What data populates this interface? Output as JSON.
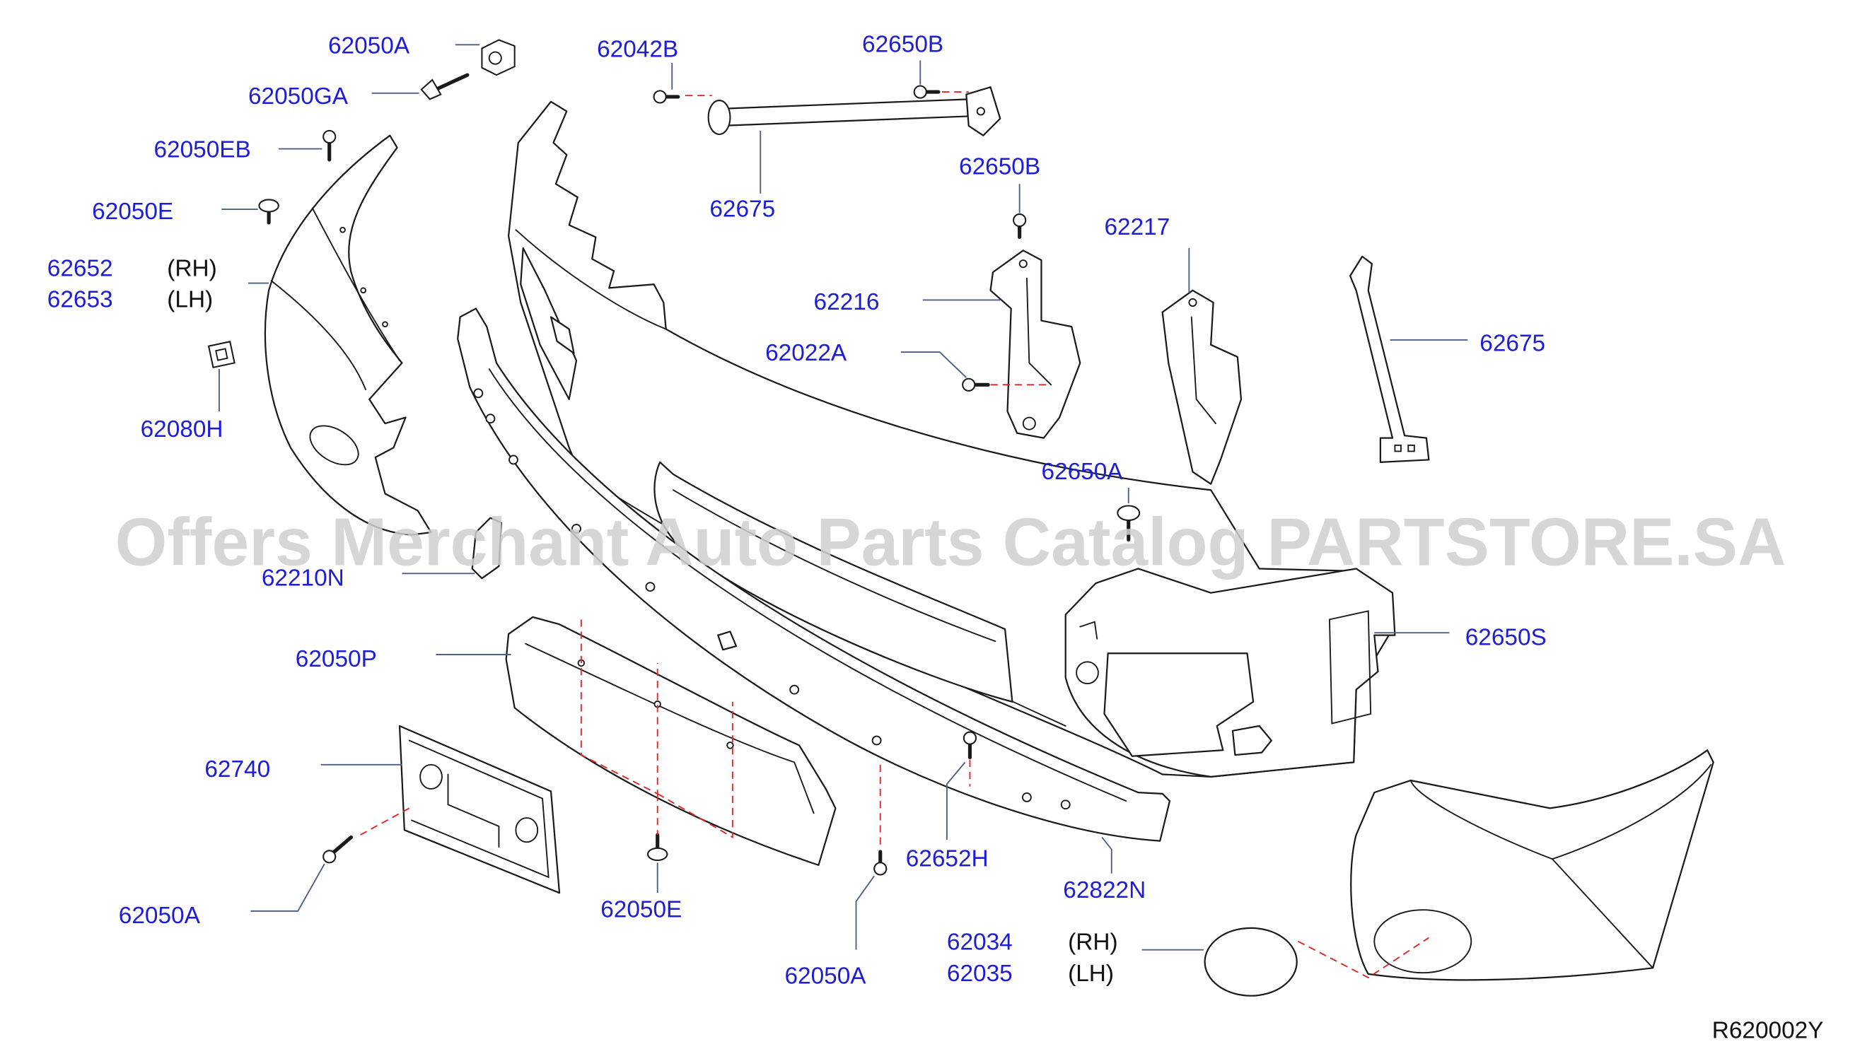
{
  "diagram": {
    "watermark": "Offers Merchant Auto Parts Catalog PARTSTORE.SA",
    "figure_code": "R620002Y",
    "colors": {
      "label": "#1d1dd8",
      "line": "#1a1a1a",
      "leader": "#4e5f84",
      "dash": "#e02626",
      "watermark": "#cfcfcf"
    },
    "labels": {
      "clip_62050A_top": "62050A",
      "bolt_62042B": "62042B",
      "bolt_62650B_top": "62650B",
      "bolt_62050GA": "62050GA",
      "screw_62050EB": "62050EB",
      "clip_62050E_top": "62050E",
      "side_62652": "62652",
      "side_62652_side": "(RH)",
      "side_62653": "62653",
      "side_62653_side": "(LH)",
      "clip_62080H": "62080H",
      "stay_62675_top": "62675",
      "bolt_62650B_mid": "62650B",
      "bracket_62217": "62217",
      "bracket_62216": "62216",
      "bolt_62022A": "62022A",
      "stay_62675_right": "62675",
      "clip_62650A": "62650A",
      "bracket_62210N": "62210N",
      "bracket_62650S": "62650S",
      "absorber_62050P": "62050P",
      "plate_bracket_62740": "62740",
      "screw_62652H": "62652H",
      "valance_62822N": "62822N",
      "clip_62050E_bottom": "62050E",
      "screw_62050A_left": "62050A",
      "screw_62050A_bottom": "62050A",
      "cover_62034": "62034",
      "cover_62034_side": "(RH)",
      "cover_62035": "62035",
      "cover_62035_side": "(LH)"
    }
  }
}
